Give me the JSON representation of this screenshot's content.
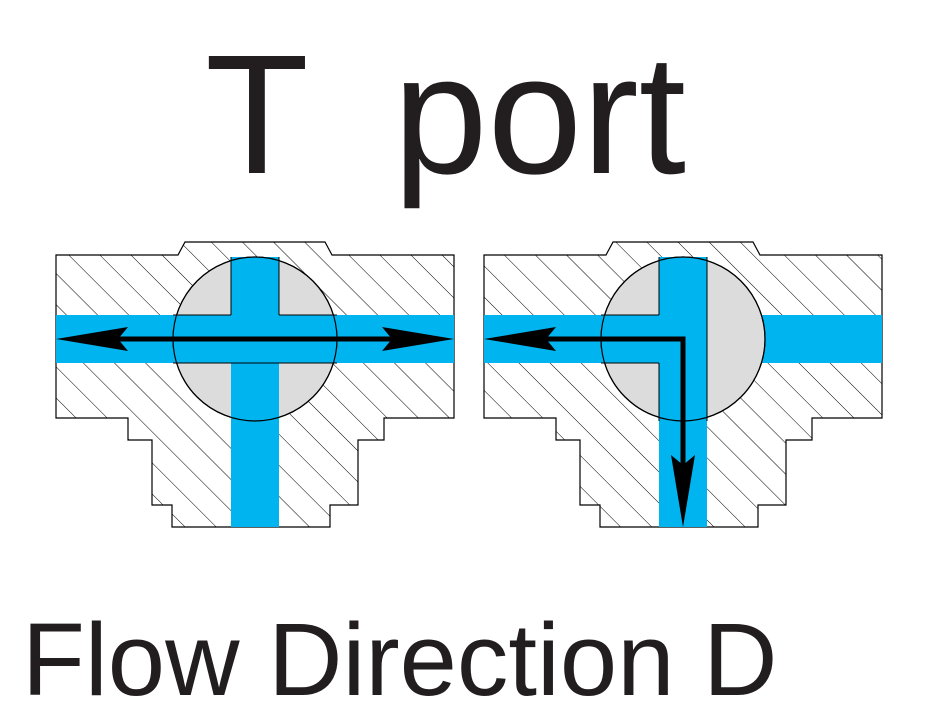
{
  "title": "T port",
  "caption": "Flow Direction D",
  "colors": {
    "flow": "#00b4f0",
    "ball": "#dcdcdc",
    "body_outline": "#000000",
    "hatch": "#000000",
    "arrow": "#000000",
    "text": "#221e1f"
  },
  "diagrams": [
    {
      "name": "valve-position-straight",
      "flow": "left-right"
    },
    {
      "name": "valve-position-elbow",
      "flow": "left-down"
    }
  ]
}
